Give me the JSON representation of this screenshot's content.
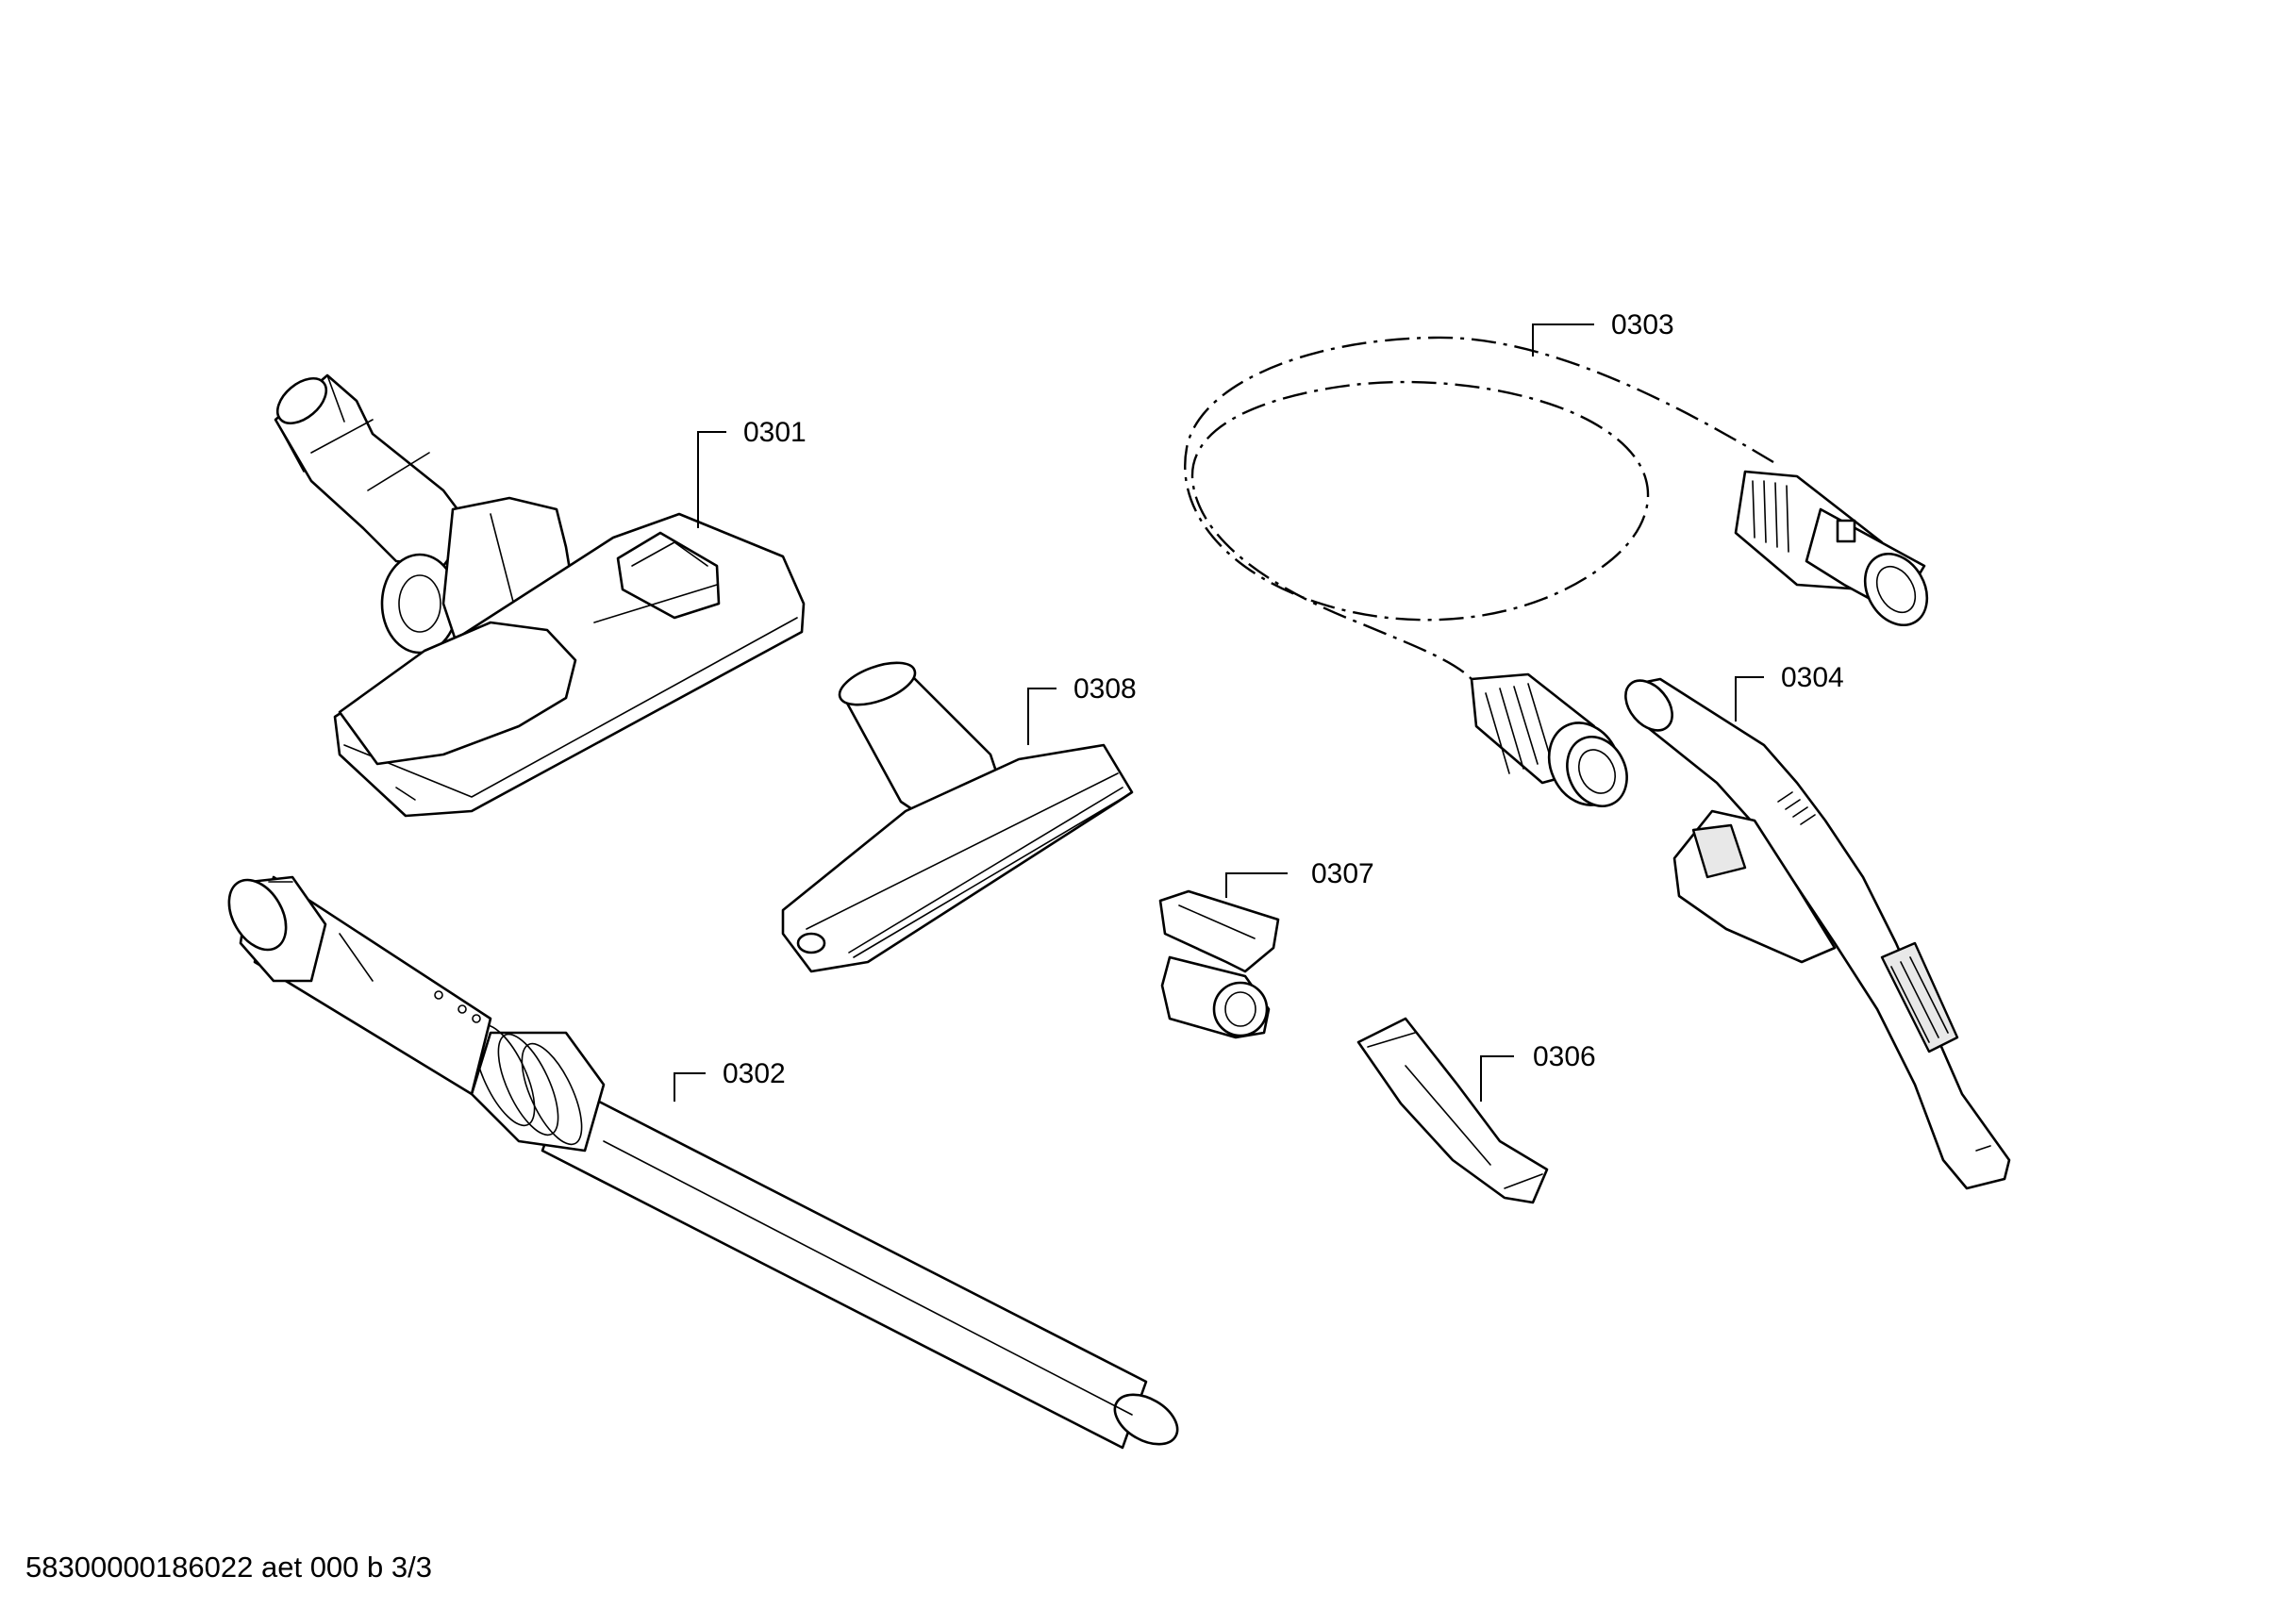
{
  "diagram": {
    "parts": [
      {
        "id": "0301",
        "label": "0301"
      },
      {
        "id": "0302",
        "label": "0302"
      },
      {
        "id": "0303",
        "label": "0303"
      },
      {
        "id": "0304",
        "label": "0304"
      },
      {
        "id": "0306",
        "label": "0306"
      },
      {
        "id": "0307",
        "label": "0307"
      },
      {
        "id": "0308",
        "label": "0308"
      }
    ]
  },
  "footer": {
    "document_code": "58300000186022 aet 000 b 3/3"
  }
}
